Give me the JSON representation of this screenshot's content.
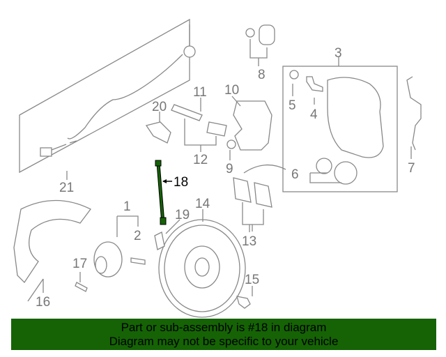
{
  "diagram": {
    "highlight_color": "#156305",
    "highlighted_part": "18",
    "callouts": {
      "c1": "1",
      "c2": "2",
      "c3": "3",
      "c4": "4",
      "c5": "5",
      "c6": "6",
      "c7": "7",
      "c8": "8",
      "c9": "9",
      "c10": "10",
      "c11": "11",
      "c12": "12",
      "c13": "13",
      "c14": "14",
      "c15": "15",
      "c16": "16",
      "c17": "17",
      "c18": "18",
      "c19": "19",
      "c20": "20",
      "c21": "21"
    }
  },
  "banner": {
    "line1": "Part or sub-assembly is #18 in diagram",
    "line2": "Diagram may not be specific to your vehicle"
  }
}
